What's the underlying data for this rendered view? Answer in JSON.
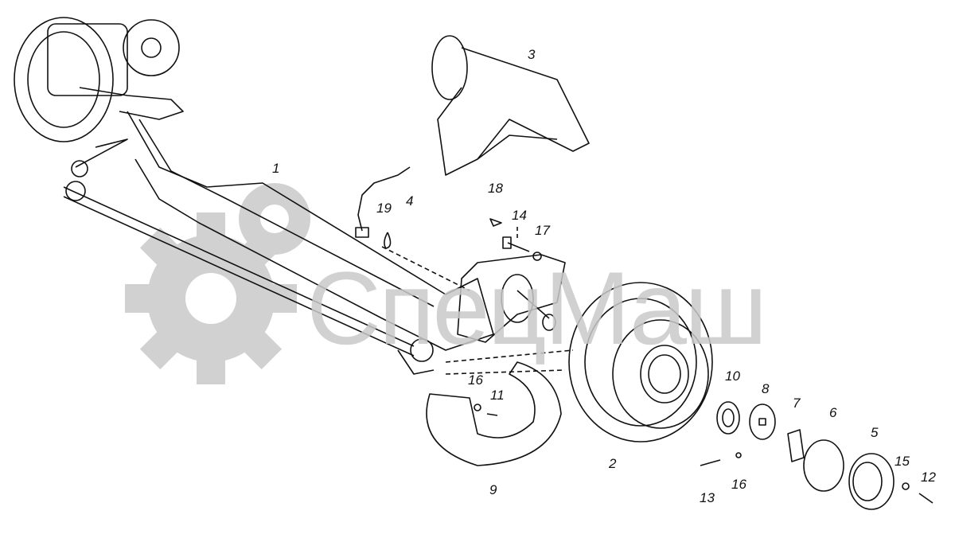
{
  "watermark": {
    "text": "СпецМаш",
    "color": "#c9c9c9"
  },
  "callouts": [
    {
      "id": "c1",
      "text": "1"
    },
    {
      "id": "c2",
      "text": "2"
    },
    {
      "id": "c3",
      "text": "3"
    },
    {
      "id": "c4",
      "text": "4"
    },
    {
      "id": "c5",
      "text": "5"
    },
    {
      "id": "c6",
      "text": "6"
    },
    {
      "id": "c7",
      "text": "7"
    },
    {
      "id": "c8",
      "text": "8"
    },
    {
      "id": "c9",
      "text": "9"
    },
    {
      "id": "c10",
      "text": "10"
    },
    {
      "id": "c11",
      "text": "11"
    },
    {
      "id": "c12",
      "text": "12"
    },
    {
      "id": "c13",
      "text": "13"
    },
    {
      "id": "c14",
      "text": "14"
    },
    {
      "id": "c15",
      "text": "15"
    },
    {
      "id": "c16a",
      "text": "16"
    },
    {
      "id": "c16b",
      "text": "16"
    },
    {
      "id": "c17",
      "text": "17"
    },
    {
      "id": "c18",
      "text": "18"
    },
    {
      "id": "c19",
      "text": "19"
    }
  ]
}
